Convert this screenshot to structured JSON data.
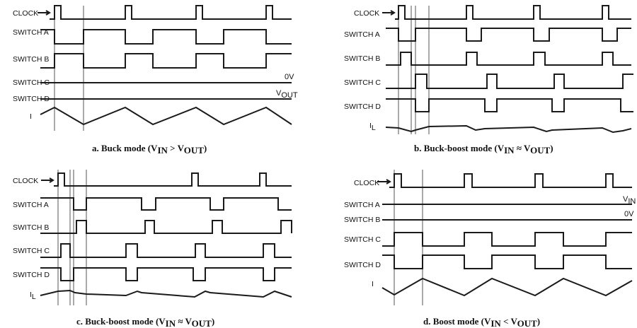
{
  "panels": [
    {
      "id": "a",
      "caption": {
        "prefix": "a. Buck mode (V",
        "s1": "IN",
        "mid": " > V",
        "s2": "OUT",
        "suffix": ")"
      },
      "signals": [
        {
          "label": "CLOCK",
          "arrow": true
        },
        {
          "label": "SWITCH A"
        },
        {
          "label": "SWITCH B"
        },
        {
          "label": "SWITCH C",
          "level": "0V"
        },
        {
          "label": "SWITCH D",
          "level": "V",
          "level_sub": "OUT"
        },
        {
          "label": "I"
        }
      ]
    },
    {
      "id": "b",
      "caption": {
        "prefix": "b. Buck-boost mode (V",
        "s1": "IN",
        "mid": " ≈ V",
        "s2": "OUT",
        "suffix": ")"
      },
      "signals": [
        {
          "label": "CLOCK",
          "arrow": true
        },
        {
          "label": "SWITCH A"
        },
        {
          "label": "SWITCH B"
        },
        {
          "label": "SWITCH C"
        },
        {
          "label": "SWITCH D"
        },
        {
          "label": "I",
          "label_sub": "L"
        }
      ]
    },
    {
      "id": "c",
      "caption": {
        "prefix": "c. Buck-boost mode (V",
        "s1": "IN",
        "mid": " ≈ V",
        "s2": "OUT",
        "suffix": ")"
      },
      "signals": [
        {
          "label": "CLOCK",
          "arrow": true
        },
        {
          "label": "SWITCH A"
        },
        {
          "label": "SWITCH B"
        },
        {
          "label": "SWITCH C"
        },
        {
          "label": "SWITCH D"
        },
        {
          "label": "I",
          "label_sub": "L"
        }
      ]
    },
    {
      "id": "d",
      "caption": {
        "prefix": "d. Boost mode (V",
        "s1": "IN",
        "mid": " < V",
        "s2": "OUT",
        "suffix": ")"
      },
      "signals": [
        {
          "label": "CLOCK",
          "arrow": true
        },
        {
          "label": "SWITCH A",
          "level": "V",
          "level_sub": "IN"
        },
        {
          "label": "SWITCH B",
          "level": "0V"
        },
        {
          "label": "SWITCH C"
        },
        {
          "label": "SWITCH D"
        },
        {
          "label": "I"
        }
      ]
    }
  ]
}
